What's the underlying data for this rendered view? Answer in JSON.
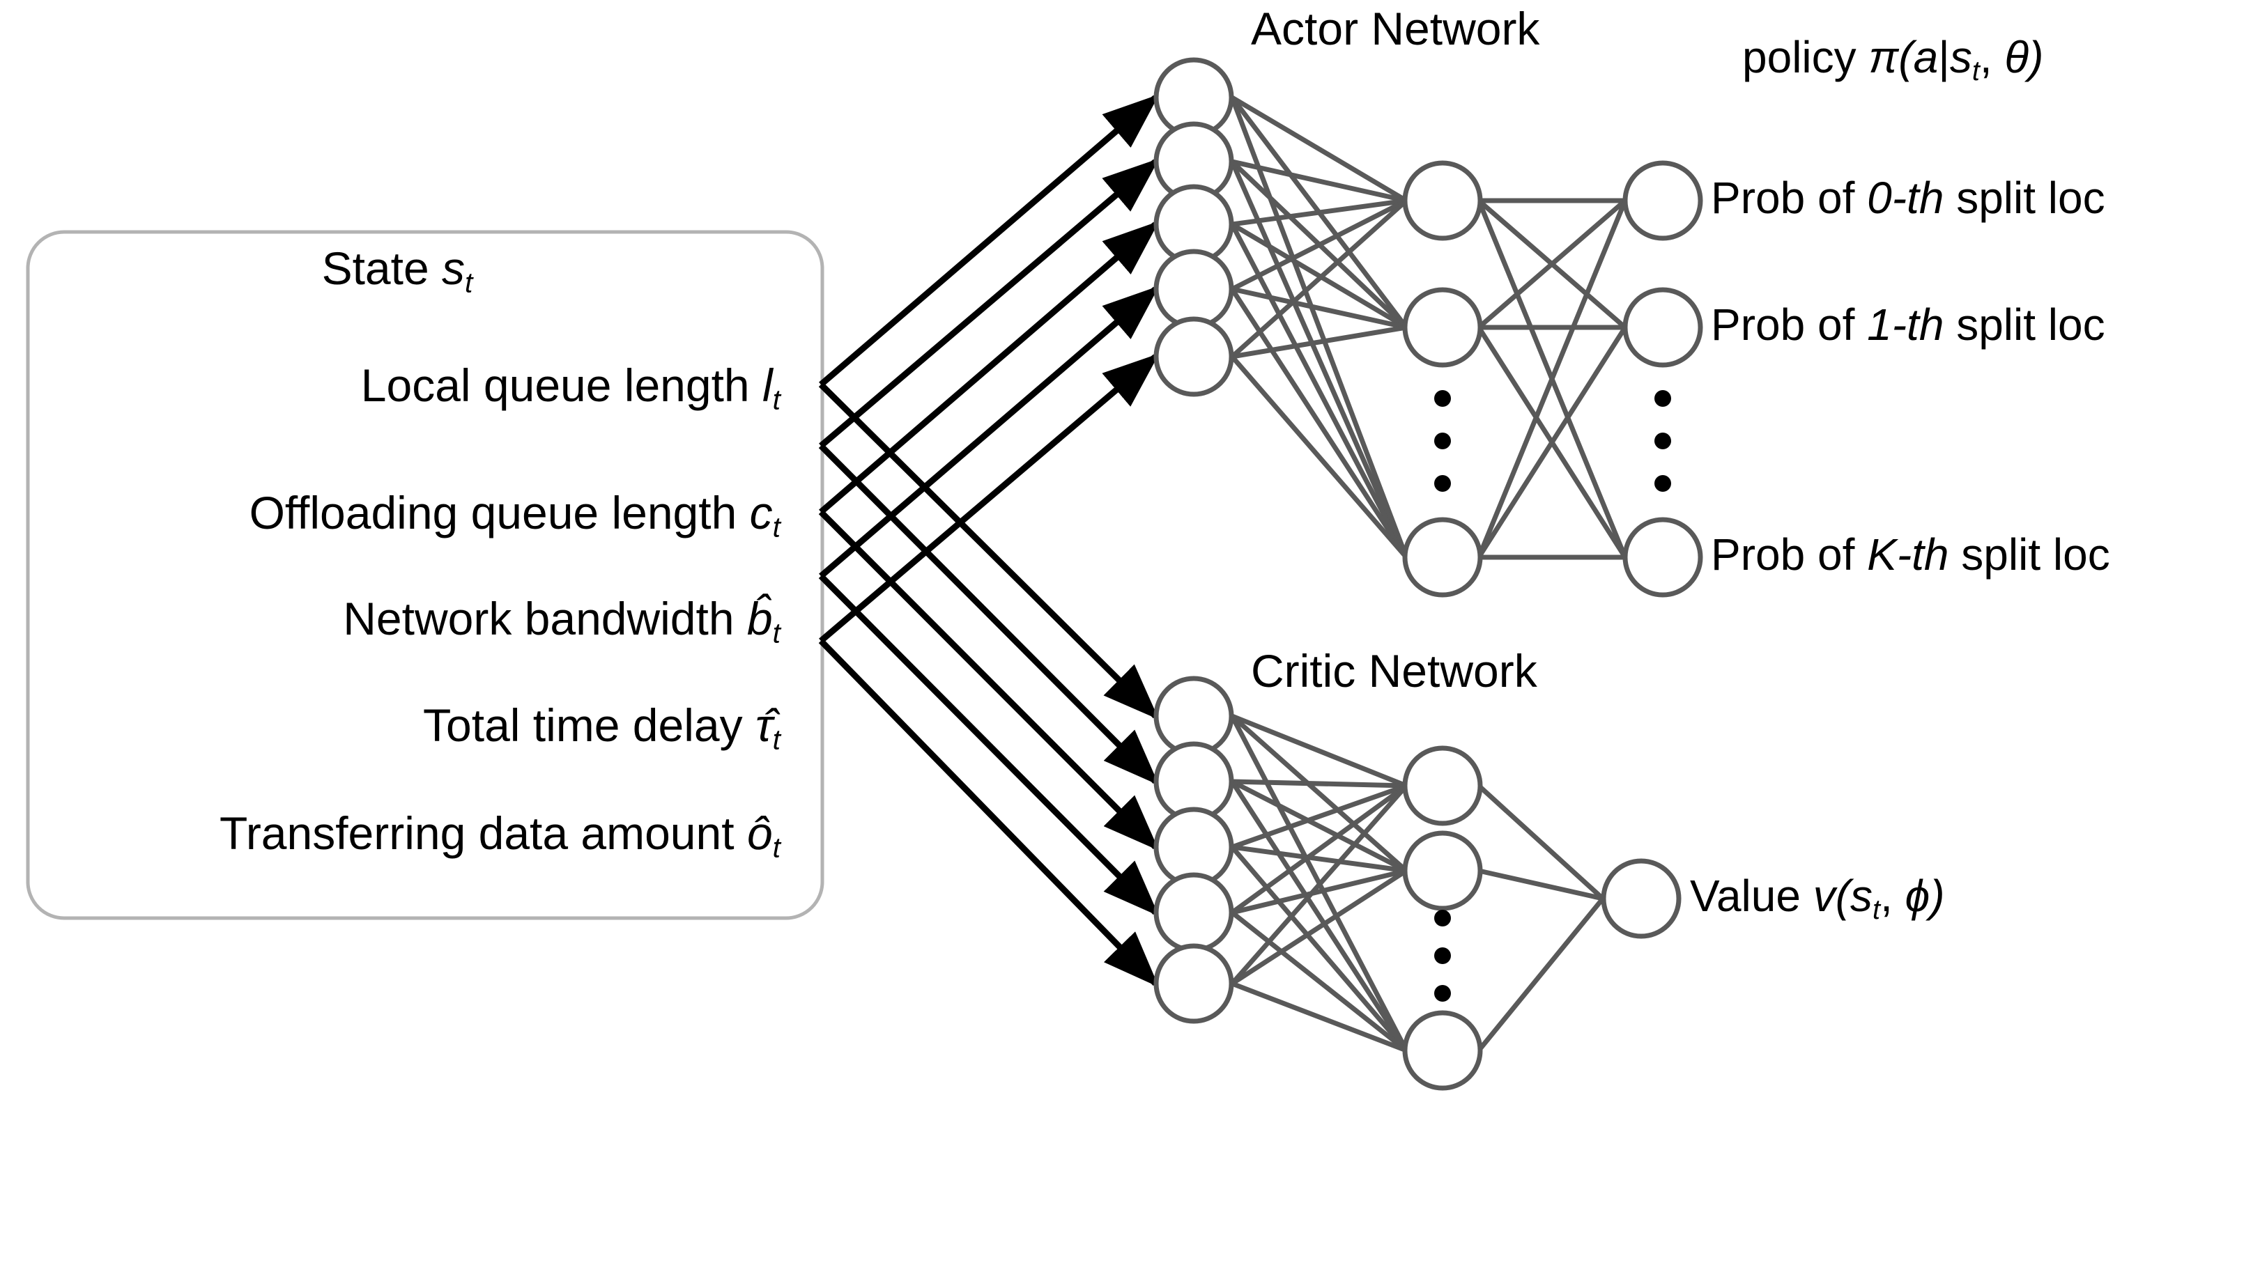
{
  "figure": {
    "kind": "actor-critic-neural-network-diagram",
    "background": "#ffffff",
    "node_stroke": "#595959",
    "arrow_color": "#000000",
    "box_stroke": "#b0b0b0"
  },
  "state_box": {
    "title": "State sₜ",
    "title_plain": "State",
    "title_symbol": "s",
    "title_sub": "t",
    "items": [
      {
        "text": "Local queue length",
        "symbol": "l",
        "sub": "t",
        "hat": false
      },
      {
        "text": "Offloading queue length",
        "symbol": "c",
        "sub": "t",
        "hat": false
      },
      {
        "text": "Network bandwidth",
        "symbol": "b̂",
        "sub": "t",
        "hat": true
      },
      {
        "text": "Total time delay",
        "symbol": "τ̂",
        "sub": "t",
        "hat": true
      },
      {
        "text": "Transferring data amount",
        "symbol": "ô",
        "sub": "t",
        "hat": true
      }
    ]
  },
  "actor": {
    "title": "Actor Network",
    "policy_label": "policy π(a|sₜ, θ)",
    "policy_parts": {
      "prefix": "policy ",
      "pi": "π(",
      "a": "a",
      "bar": "|",
      "s": "s",
      "sub": "t",
      "comma": ", ",
      "theta": "θ",
      "close": ")"
    },
    "input_count": 5,
    "hidden_count": 3,
    "hidden_ellipsis": true,
    "output_count": 3,
    "output_ellipsis": true,
    "outputs": [
      {
        "prefix": "Prob of ",
        "index": "0-th",
        "suffix": " split loc"
      },
      {
        "prefix": "Prob of ",
        "index": "1-th",
        "suffix": " split loc"
      },
      {
        "prefix": "Prob of ",
        "index": "K-th",
        "suffix": " split loc"
      }
    ]
  },
  "critic": {
    "title": "Critic Network",
    "input_count": 5,
    "hidden_count": 3,
    "hidden_ellipsis": true,
    "output_count": 1,
    "output_label_parts": {
      "prefix": "Value ",
      "v": "v",
      "open": "(",
      "s": "s",
      "sub": "t",
      "comma": ", ",
      "phi": "ϕ",
      "close": ")"
    },
    "output_label": "Value v(sₜ, ϕ)"
  }
}
